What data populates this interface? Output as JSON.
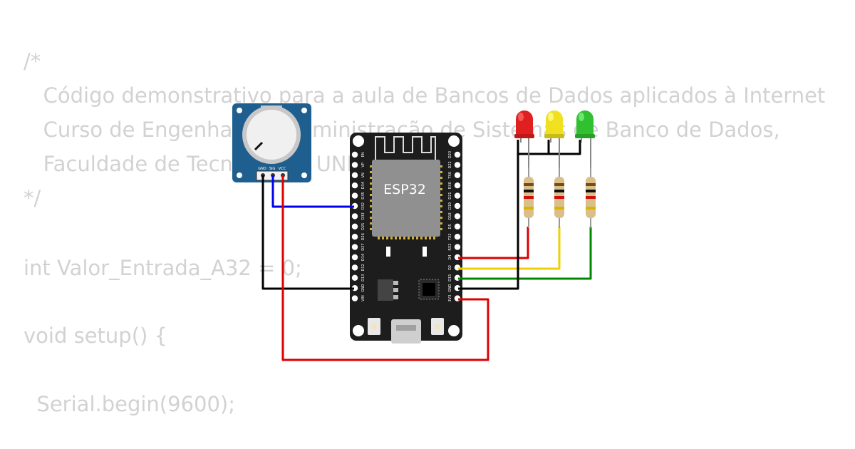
{
  "code": {
    "lines": [
      "/*",
      "   Código demonstrativo para a aula de Bancos de Dados aplicados à Internet",
      "   Curso de Engenharia e Administração de Sistemas de Banco de Dados,",
      "   Faculdade de Tecnologia - UNICAMP",
      "*/",
      "int Valor_Entrada_A32 = 0;",
      "void setup() {",
      "  Serial.begin(9600);"
    ]
  },
  "esp32": {
    "chip_label": "ESP32",
    "left_pins": [
      "EN",
      "VP",
      "VN",
      "D34",
      "D35",
      "D32",
      "D33",
      "D25",
      "D26",
      "D27",
      "D14",
      "D12",
      "D13",
      "GND",
      "VIN"
    ],
    "right_pins": [
      "D23",
      "D22",
      "TX0",
      "RX0",
      "D21",
      "D19",
      "D18",
      "D5",
      "TX2",
      "RX2",
      "D4",
      "D2",
      "D15",
      "GND",
      "3V3"
    ]
  },
  "potentiometer": {
    "pin_labels": [
      "GND",
      "SIG",
      "VCC"
    ]
  },
  "leds": [
    {
      "color_name": "red",
      "color": "#e02020"
    },
    {
      "color_name": "yellow",
      "color": "#f0e020"
    },
    {
      "color_name": "green",
      "color": "#30c030"
    }
  ],
  "wire_colors": {
    "black": "#000000",
    "blue": "#0000ee",
    "red": "#dd0000",
    "yellow": "#f0d000",
    "green": "#008800"
  }
}
